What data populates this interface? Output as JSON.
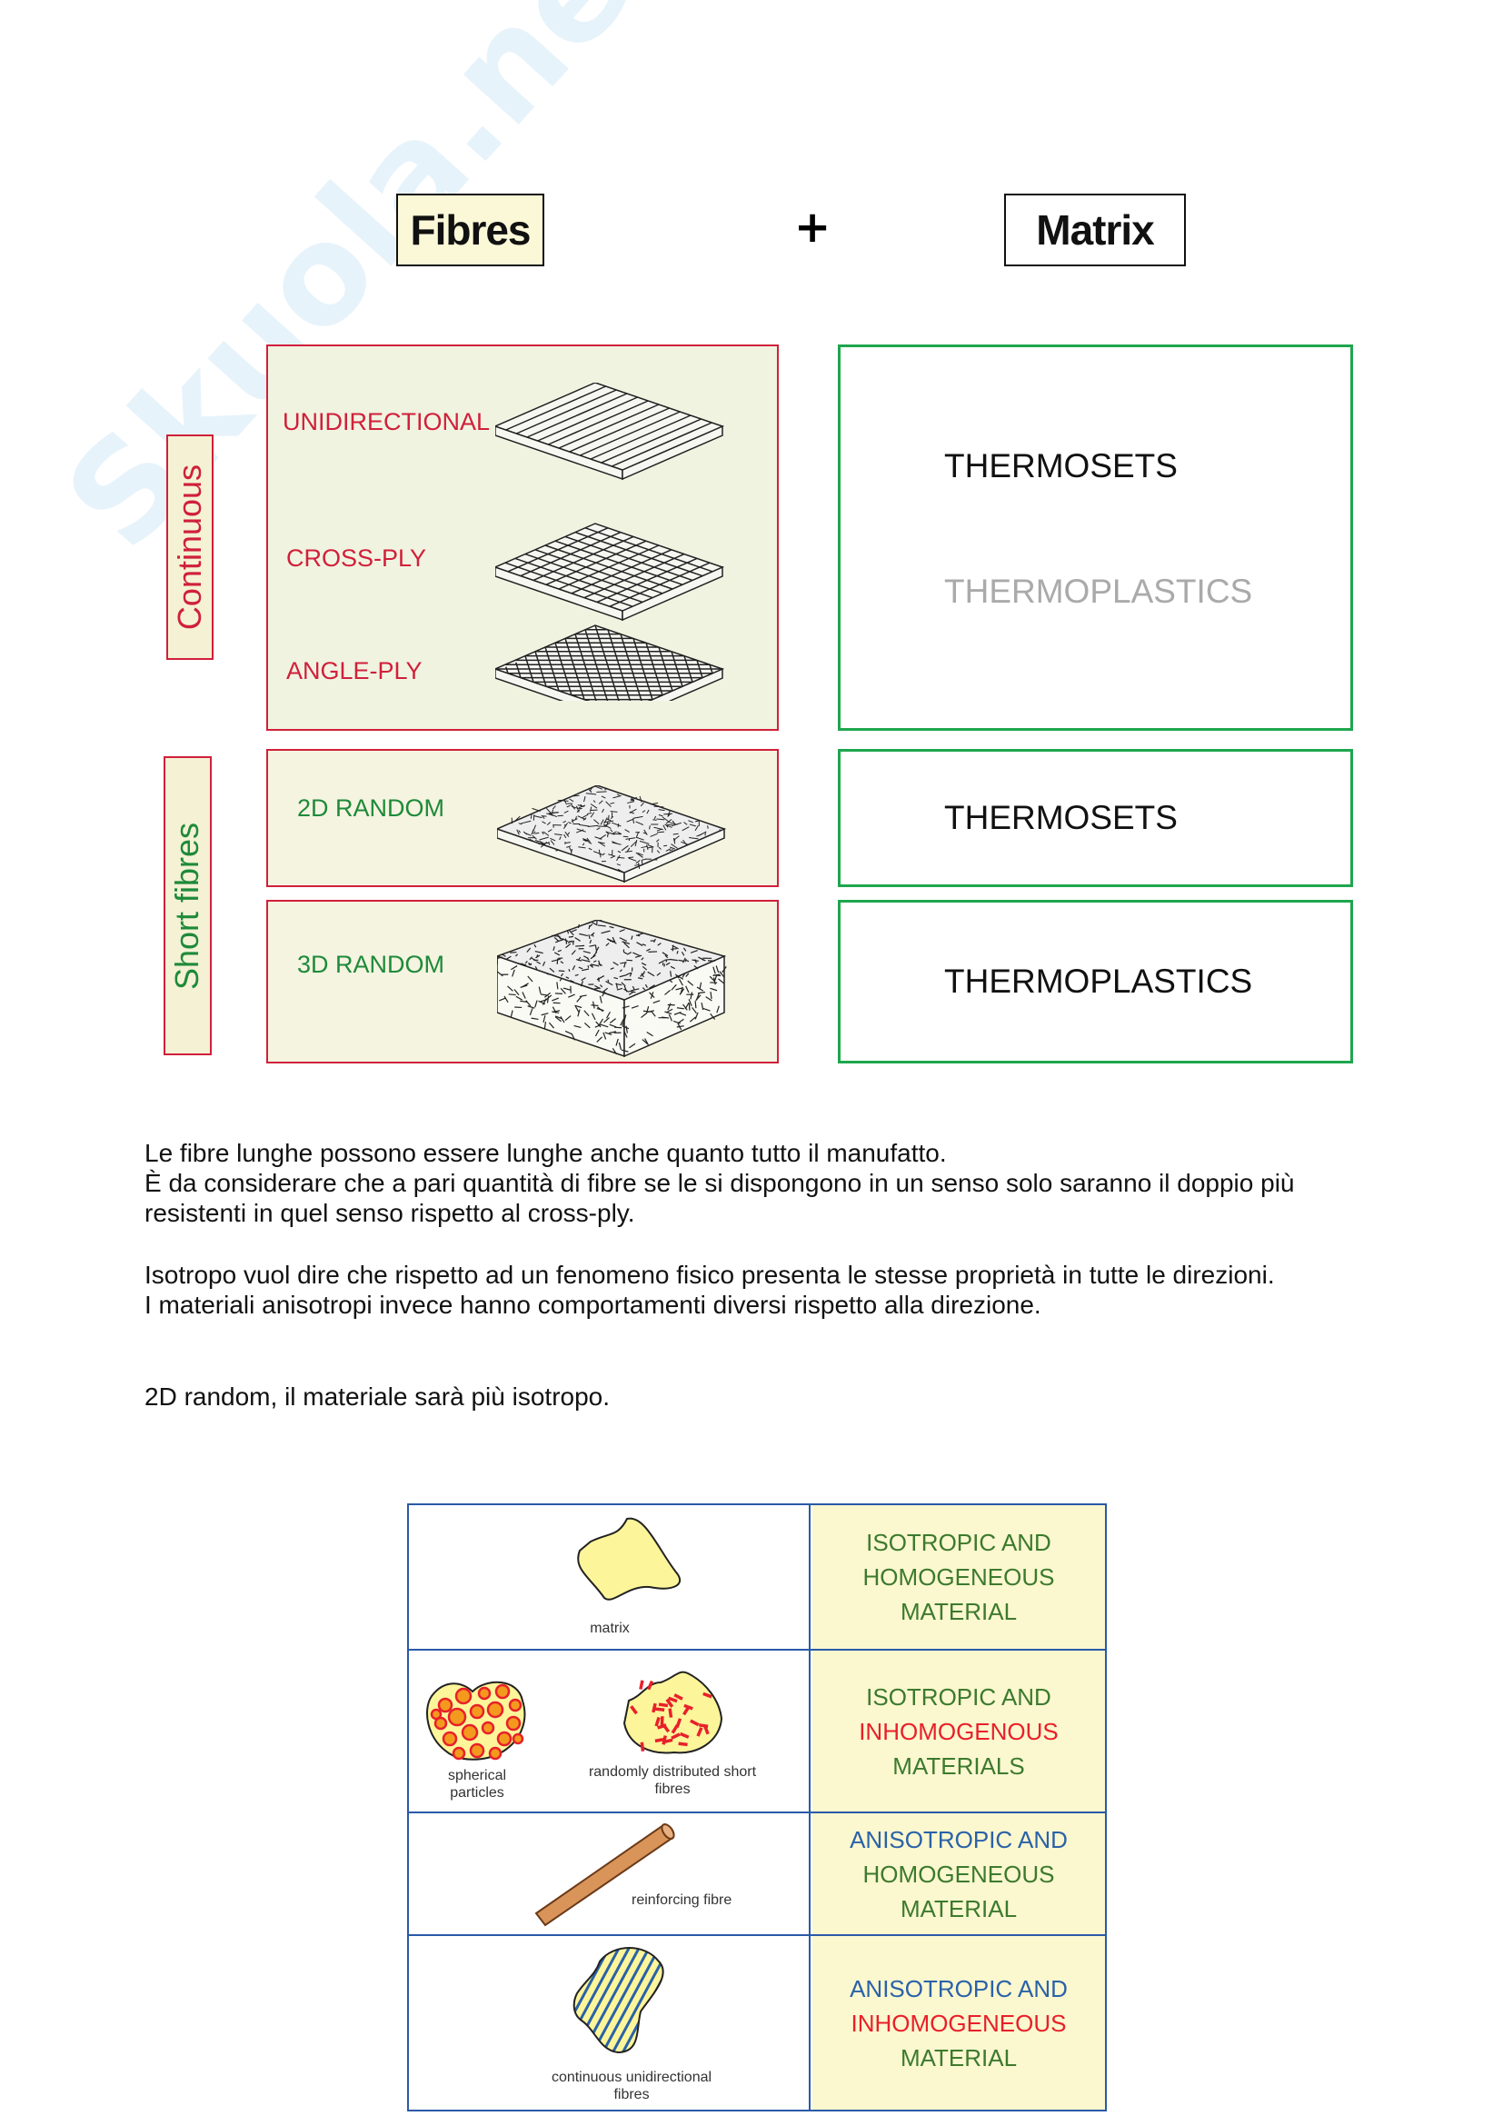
{
  "watermark": "Skuola.net",
  "header": {
    "fibres": "Fibres",
    "plus": "+",
    "matrix": "Matrix"
  },
  "continuous": {
    "label": "Continuous",
    "items": [
      "UNIDIRECTIONAL",
      "CROSS-PLY",
      "ANGLE-PLY"
    ]
  },
  "short_fibres": {
    "label": "Short fibres",
    "items": [
      "2D RANDOM",
      "3D RANDOM"
    ]
  },
  "matrix_boxes": {
    "top": [
      "THERMOSETS",
      "THERMOPLASTICS"
    ],
    "middle": "THERMOSETS",
    "bottom": "THERMOPLASTICS"
  },
  "paragraphs": [
    "Le fibre lunghe possono essere lunghe anche quanto tutto il manufatto.\nÈ da considerare che a pari quantità di fibre se le si dispongono in un senso solo saranno il doppio più resistenti in quel senso rispetto al cross-ply.",
    "Isotropo vuol dire che rispetto ad un fenomeno fisico presenta le stesse proprietà in tutte le direzioni.\nI materiali anisotropi invece hanno comportamenti diversi rispetto alla direzione.",
    "2D random, il materiale sarà più isotropo."
  ],
  "table": {
    "rows": [
      {
        "captions": [
          "matrix"
        ],
        "lines": [
          "ISOTROPIC AND",
          "HOMOGENEOUS",
          "MATERIAL"
        ]
      },
      {
        "captions": [
          "spherical particles",
          "randomly distributed short fibres"
        ],
        "lines": [
          "ISOTROPIC AND",
          "INHOMOGENOUS",
          "MATERIALS"
        ]
      },
      {
        "captions": [
          "reinforcing fibre"
        ],
        "lines": [
          "ANISOTROPIC AND",
          "HOMOGENEOUS",
          "MATERIAL"
        ]
      },
      {
        "captions": [
          "continuous unidirectional fibres"
        ],
        "lines": [
          "ANISOTROPIC AND",
          "INHOMOGENEOUS",
          "MATERIAL"
        ]
      }
    ]
  },
  "colors": {
    "red": "#d0203a",
    "green": "#1ea64e",
    "blue": "#2a62a8"
  }
}
